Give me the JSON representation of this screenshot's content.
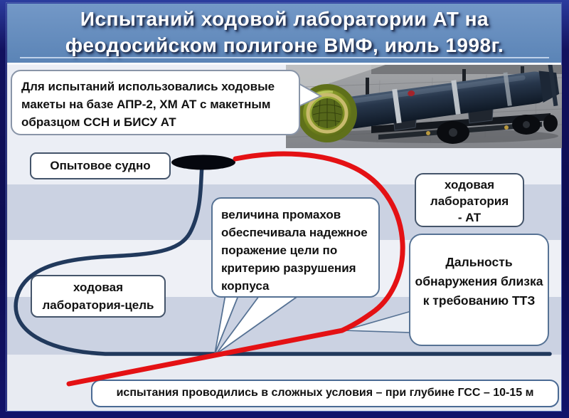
{
  "slide": {
    "title": {
      "lines": [
        "Испытаний ходовой лаборатории АТ на",
        "феодосийском полигоне ВМФ, июль 1998г."
      ]
    },
    "callouts": {
      "mockups": {
        "lines": [
          "Для испытаний использовались ходовые",
          "макеты на базе АПР-2, ХМ АТ с макетным",
          "образцом ССН и БИСУ АТ"
        ]
      },
      "miss": {
        "lines": [
          "величина промахов",
          "обеспечивала надежное",
          "поражение цели по",
          "критерию разрушения",
          "корпуса"
        ]
      },
      "range": {
        "lines": [
          "Дальность",
          "обнаружения близка",
          "к требованию ТТЗ"
        ]
      }
    },
    "boxes": {
      "ship": {
        "label": "Опытовое судно"
      },
      "lab_at": {
        "lines": [
          "ходовая",
          "лаборатория",
          "- АТ"
        ]
      },
      "lab_target": {
        "lines": [
          "ходовая",
          "лаборатория-цель"
        ]
      },
      "bottom_note": {
        "label": "испытания проводились в сложных условия – при глубине ГСС – 10-15 м"
      }
    },
    "photo": {
      "alt": "ходовой макет торпеды АТ на транспортной тележке"
    },
    "colors": {
      "frame": "#12125F",
      "title_bg": "#6089BD",
      "title_text": "#FFFFFF",
      "stripe_light": "#EBEEF5",
      "stripe_dark": "#CBD2E2",
      "red_track": "#E41114",
      "navy_track": "#21395C",
      "box_border": "#44546A",
      "bubble_border": "#567294",
      "ship_marker": "#05070E"
    }
  }
}
